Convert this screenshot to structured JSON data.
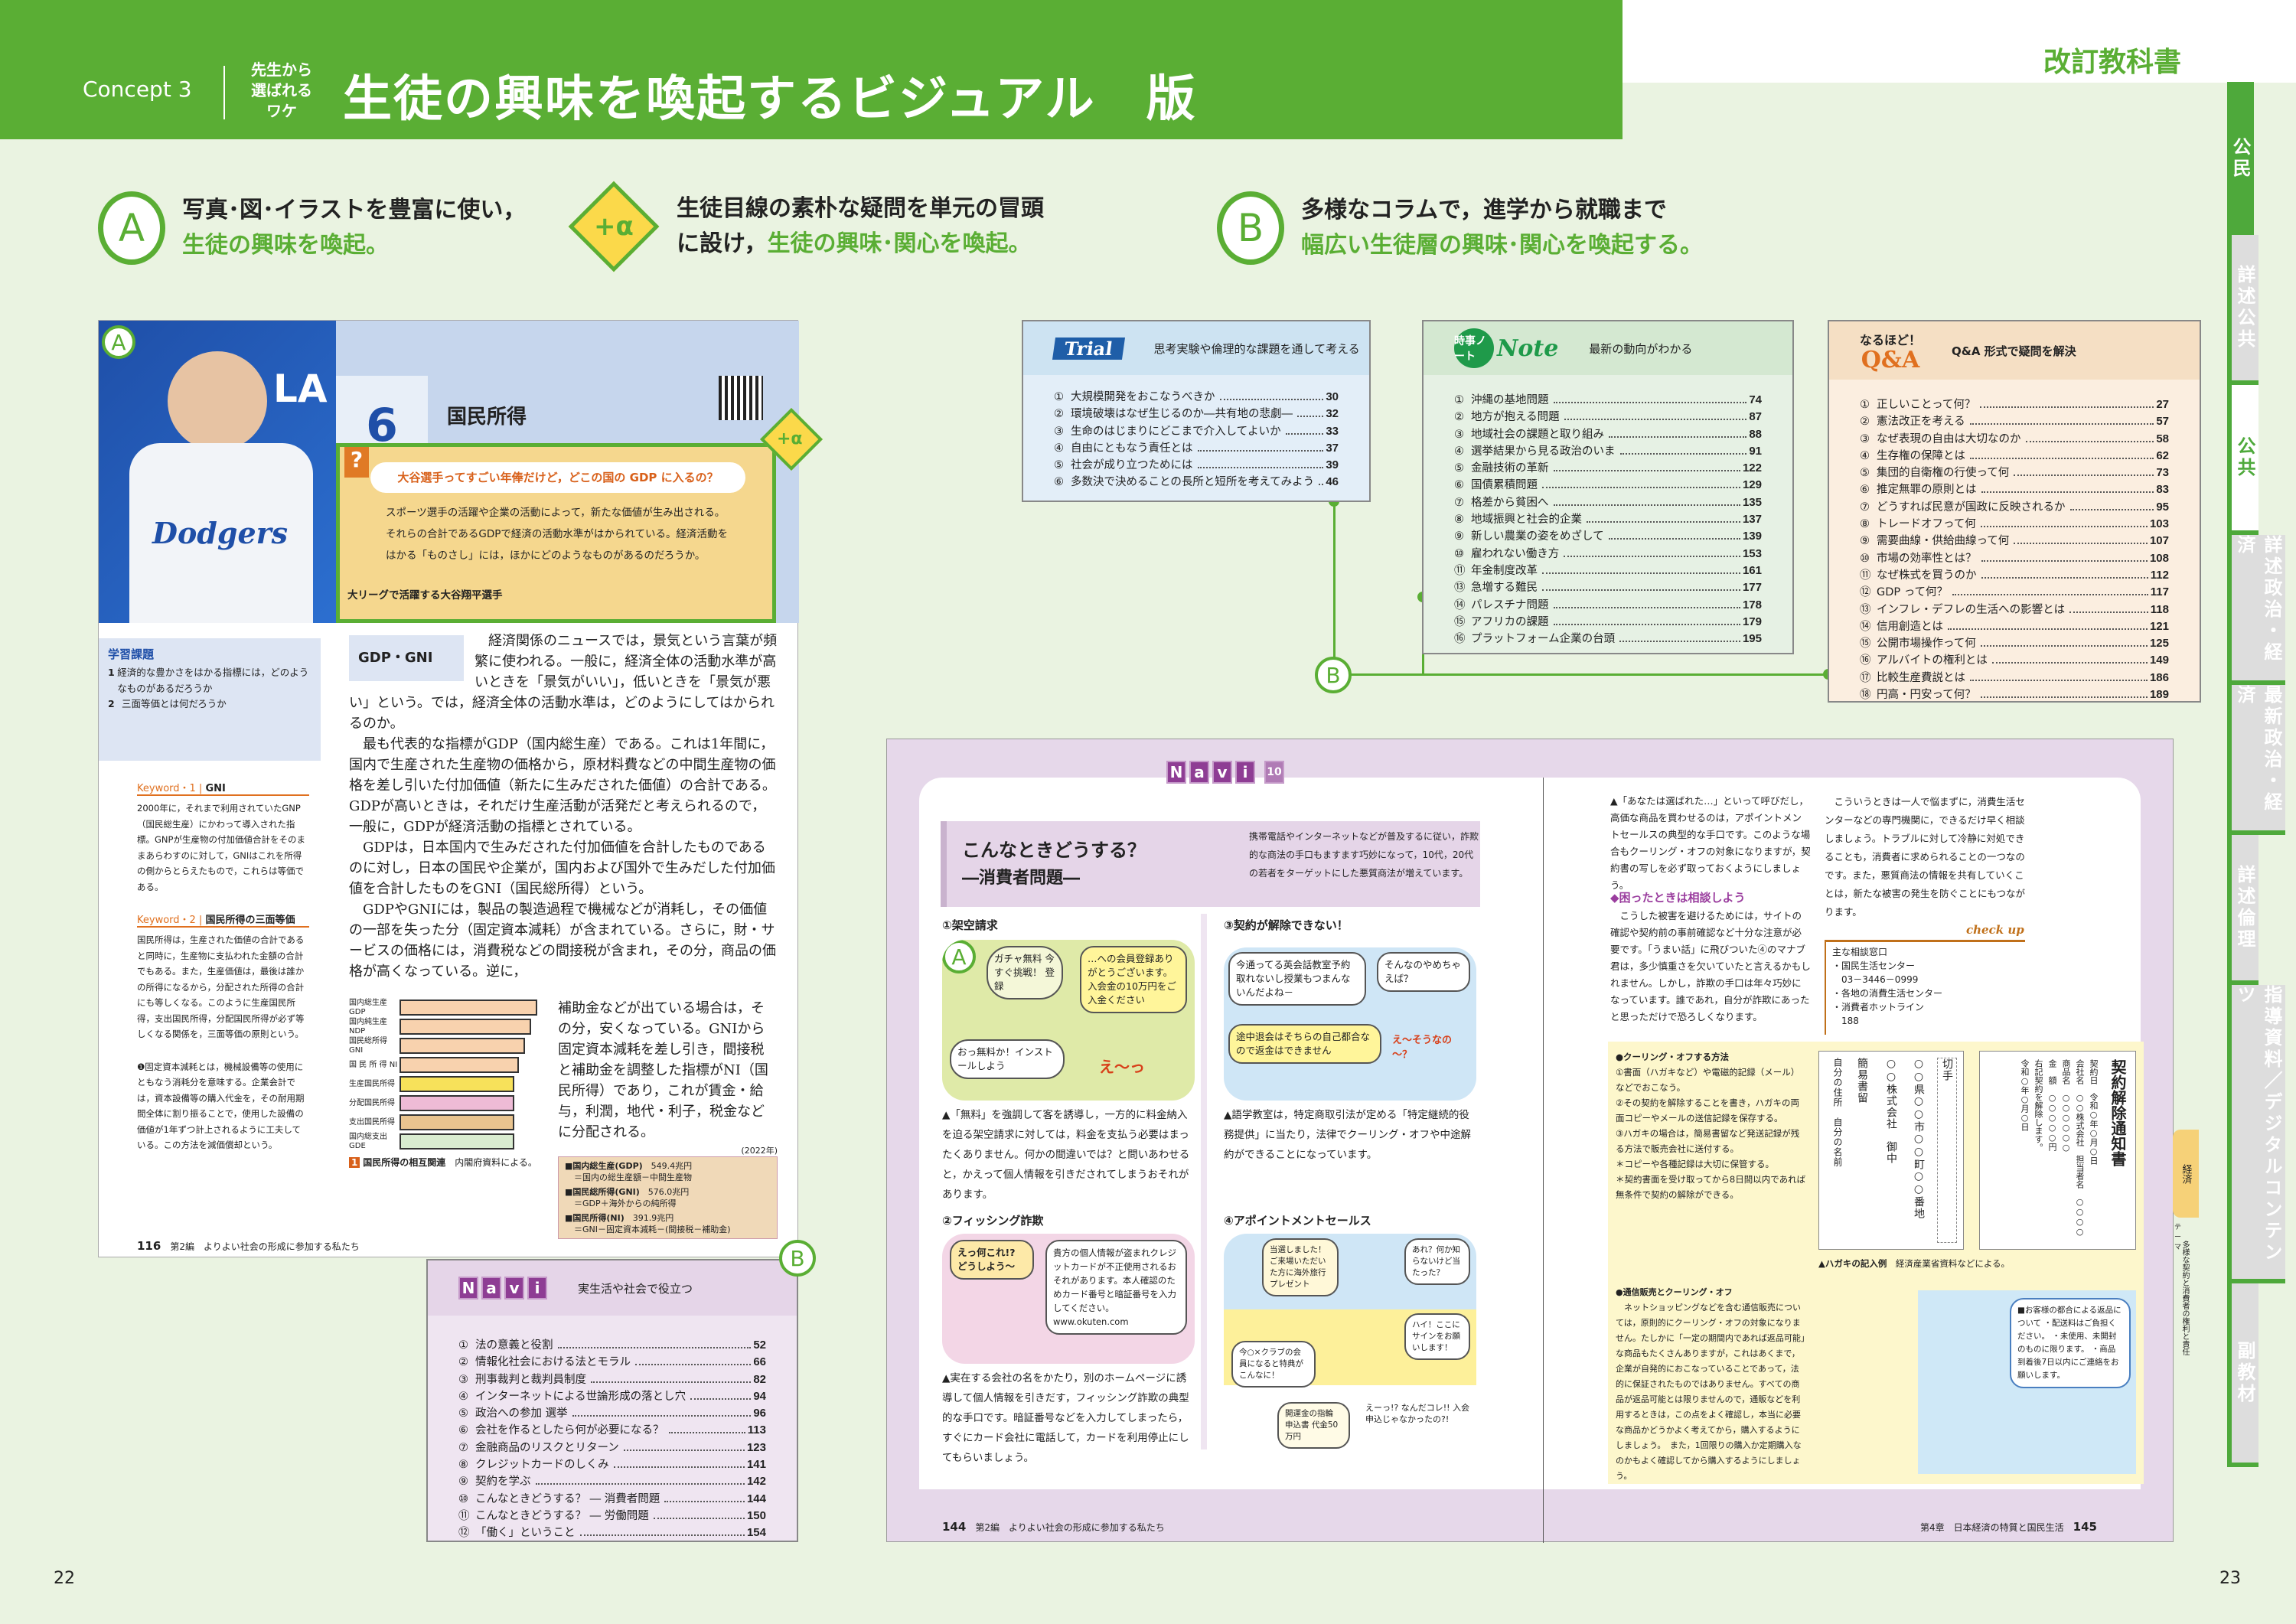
{
  "header": {
    "concept": "Concept 3",
    "why": [
      "先生から",
      "選ばれる",
      "ワケ"
    ],
    "title": "生徒の興味を喚起するビジュアル　版",
    "brand": "改訂教科書"
  },
  "features": [
    {
      "badge": "A",
      "line1": "写真･図･イラストを豊富に使い，",
      "line2": "生徒の興味を喚起。"
    },
    {
      "badge": "+α",
      "line1": "生徒目線の素朴な疑問を単元の冒頭",
      "line2a": "に設け，",
      "line2": "生徒の興味･関心を喚起。"
    },
    {
      "badge": "B",
      "line1": "多様なコラムで，進学から就職まで",
      "line2": "幅広い生徒層の興味･関心を喚起する。"
    }
  ],
  "side_tabs": [
    "公民",
    "詳述公共",
    "公共",
    "詳述政治・経済",
    "最新政治・経済",
    "詳述倫理",
    "指導資料／デジタルコンテンツ",
    "副教材"
  ],
  "trial": {
    "logo": "Trial",
    "subtitle": "思考実験や倫理的な課題を通して考える",
    "items": [
      {
        "n": "①",
        "label": "大規模開発をおこなうべきか",
        "page": "30"
      },
      {
        "n": "②",
        "label": "環境破壊はなぜ生じるのか―共有地の悲劇―",
        "page": "32"
      },
      {
        "n": "③",
        "label": "生命のはじまりにどこまで介入してよいか",
        "page": "33"
      },
      {
        "n": "④",
        "label": "自由にともなう責任とは",
        "page": "37"
      },
      {
        "n": "⑤",
        "label": "社会が成り立つためには",
        "page": "39"
      },
      {
        "n": "⑥",
        "label": "多数決で決めることの長所と短所を考えてみよう",
        "page": "46"
      }
    ]
  },
  "note": {
    "logo_jp": "時事ノート",
    "logo": "Note",
    "subtitle": "最新の動向がわかる",
    "items": [
      {
        "n": "①",
        "label": "沖縄の基地問題",
        "page": "74"
      },
      {
        "n": "②",
        "label": "地方が抱える問題",
        "page": "87"
      },
      {
        "n": "③",
        "label": "地域社会の課題と取り組み",
        "page": "88"
      },
      {
        "n": "④",
        "label": "選挙結果から見る政治のいま",
        "page": "91"
      },
      {
        "n": "⑤",
        "label": "金融技術の革新",
        "page": "122"
      },
      {
        "n": "⑥",
        "label": "国債累積問題",
        "page": "129"
      },
      {
        "n": "⑦",
        "label": "格差から貧困へ",
        "page": "135"
      },
      {
        "n": "⑧",
        "label": "地域振興と社会的企業",
        "page": "137"
      },
      {
        "n": "⑨",
        "label": "新しい農業の姿をめざして",
        "page": "139"
      },
      {
        "n": "⑩",
        "label": "雇われない働き方",
        "page": "153"
      },
      {
        "n": "⑪",
        "label": "年金制度改革",
        "page": "161"
      },
      {
        "n": "⑬",
        "label": "急増する難民",
        "page": "177"
      },
      {
        "n": "⑭",
        "label": "パレスチナ問題",
        "page": "178"
      },
      {
        "n": "⑮",
        "label": "アフリカの課題",
        "page": "179"
      },
      {
        "n": "⑯",
        "label": "プラットフォーム企業の台頭",
        "page": "195"
      }
    ]
  },
  "qa": {
    "logo_top": "なるほど！",
    "logo": "Q&A",
    "subtitle": "Q&A 形式で疑問を解決",
    "items": [
      {
        "n": "①",
        "label": "正しいことって何？",
        "page": "27"
      },
      {
        "n": "②",
        "label": "憲法改正を考える",
        "page": "57"
      },
      {
        "n": "③",
        "label": "なぜ表現の自由は大切なのか",
        "page": "58"
      },
      {
        "n": "④",
        "label": "生存権の保障とは",
        "page": "62"
      },
      {
        "n": "⑤",
        "label": "集団的自衛権の行使って何",
        "page": "73"
      },
      {
        "n": "⑥",
        "label": "推定無罪の原則とは",
        "page": "83"
      },
      {
        "n": "⑦",
        "label": "どうすれば民意が国政に反映されるか",
        "page": "95"
      },
      {
        "n": "⑧",
        "label": "トレードオフって何",
        "page": "103"
      },
      {
        "n": "⑨",
        "label": "需要曲線・供給曲線って何",
        "page": "107"
      },
      {
        "n": "⑩",
        "label": "市場の効率性とは？",
        "page": "108"
      },
      {
        "n": "⑪",
        "label": "なぜ株式を買うのか",
        "page": "112"
      },
      {
        "n": "⑫",
        "label": "GDP って何？",
        "page": "117"
      },
      {
        "n": "⑬",
        "label": "インフレ・デフレの生活への影響とは",
        "page": "118"
      },
      {
        "n": "⑭",
        "label": "信用創造とは",
        "page": "121"
      },
      {
        "n": "⑮",
        "label": "公開市場操作って何",
        "page": "125"
      },
      {
        "n": "⑯",
        "label": "アルバイトの権利とは",
        "page": "149"
      },
      {
        "n": "⑰",
        "label": "比較生産費説とは",
        "page": "186"
      },
      {
        "n": "⑱",
        "label": "円高・円安って何？",
        "page": "189"
      }
    ]
  },
  "navi_box": {
    "logo": [
      "N",
      "a",
      "v",
      "i"
    ],
    "subtitle": "実生活や社会で役立つ",
    "items": [
      {
        "n": "①",
        "label": "法の意義と役割",
        "page": "52"
      },
      {
        "n": "②",
        "label": "情報化社会における法とモラル",
        "page": "66"
      },
      {
        "n": "③",
        "label": "刑事裁判と裁判員制度",
        "page": "82"
      },
      {
        "n": "④",
        "label": "インターネットによる世論形成の落とし穴",
        "page": "94"
      },
      {
        "n": "⑤",
        "label": "政治への参加 選挙",
        "page": "96"
      },
      {
        "n": "⑥",
        "label": "会社を作るとしたら何が必要になる？",
        "page": "113"
      },
      {
        "n": "⑦",
        "label": "金融商品のリスクとリターン",
        "page": "123"
      },
      {
        "n": "⑧",
        "label": "クレジットカードのしくみ",
        "page": "141"
      },
      {
        "n": "⑨",
        "label": "契約を学ぶ",
        "page": "142"
      },
      {
        "n": "⑩",
        "label": "こんなときどうする？ ― 消費者問題",
        "page": "144"
      },
      {
        "n": "⑪",
        "label": "こんなときどうする？ ― 労働問題",
        "page": "150"
      },
      {
        "n": "⑫",
        "label": "「働く」ということ",
        "page": "154"
      }
    ]
  },
  "connectors": {
    "b_label": "B"
  },
  "left_page": {
    "badge_a": "A",
    "photo_text": "Dodgers",
    "photo_logo": "LA",
    "lesson_no": "6",
    "lesson_title": "国民所得",
    "alpha": "+α",
    "question_mark": "?",
    "question": "大谷選手ってすごい年俸だけど，どこの国の GDP に入るの？",
    "question_body": "スポーツ選手の活躍や企業の活動によって，新たな価値が生み出される。それらの合計であるGDPで経済の活動水準がはかられている。経済活動をはかる「ものさし」には，ほかにどのようなものがあるのだろうか。",
    "photo_caption": "大リーグで活躍する大谷翔平選手",
    "tasks_title": "学習課題",
    "tasks": [
      {
        "n": "1",
        "t": "経済的な豊かさをはかる指標には，どのようなものがあるだろうか"
      },
      {
        "n": "2",
        "t": "三面等価とは何だろうか"
      }
    ],
    "section": "GDP・GNI",
    "paras": [
      "経済関係のニュースでは，景気という言葉が頻繁に使われる。一般に，経済全体の活動水準が高いときを「景気がいい」，低いときを「景気が悪い」という。では，経済全体の活動水準は，どのようにしてはかられるのか。",
      "最も代表的な指標がGDP（国内総生産）である。これは1年間に，国内で生産された生産物の価格から，原材料費などの中間生産物の価格を差し引いた付加価値（新たに生みだされた価値）の合計である。GDPが高いときは，それだけ生産活動が活発だと考えられるので，一般に，GDPが経済活動の指標とされている。",
      "GDPは，日本国内で生みだされた付加価値を合計したものであるのに対し，日本の国民や企業が，国内および国外で生みだした付加価値を合計したものをGNI（国民総所得）という。",
      "GDPやGNIには，製品の製造過程で機械などが消耗し，その価値の一部を失った分（固定資本減耗）が含まれている。さらに，財・サービスの価格には，消費税などの間接税が含まれ，その分，商品の価格が高くなっている。逆に，"
    ],
    "side_para": "補助金などが出ている場合は，その分，安くなっている。GNIから固定資本減耗を差し引き，間接税と補助金を調整した指標がNI（国民所得）であり，これが賃金・給与，利潤，地代・利子，税金などに分配される。",
    "keywords": [
      {
        "title": "Keyword・1",
        "term": "GNI",
        "text": "2000年に，それまで利用されていたGNP（国民総生産）にかわって導入された指標。GNPが生産物の付加価値合計をそのままあらわすのに対して，GNIはこれを所得の側からとらえたもので，これらは等価である。"
      },
      {
        "title": "Keyword・2",
        "term": "国民所得の三面等価",
        "text": "国民所得は，生産された価値の合計であると同時に，生産物に支払われた金額の合計でもある。また，生産価値は，最後は誰かの所得になるから，分配された所得の合計にも等しくなる。このように生産国民所得，支出国民所得，分配国民所得が必ず等しくなる関係を，三面等価の原則という。"
      }
    ],
    "footnote": "❶固定資本減耗とは，機械設備等の使用にともなう消耗分を意味する。企業会計では，資本設備等の購入代金を，その耐用期間全体に割り振ることで，使用した設備の価値が1年ずつ計上されるように工夫している。この方法を減価償却という。",
    "diagram_rows": [
      "国内総生産 GDP",
      "国内純生産 NDP",
      "国民総所得 GNI",
      "国 民 所 得 NI",
      "生産国民所得",
      "分配国民所得",
      "支出国民所得",
      "国内総支出 GDE"
    ],
    "diagram_caption": "国民所得の相互関連",
    "diagram_source": "内閣府資料による。",
    "diagram_no": "1",
    "stats_year": "(2022年)",
    "stats": [
      {
        "k": "■国内総生産(GDP)",
        "v": "549.4兆円",
        "d": "＝国内の総生産額－中間生産物"
      },
      {
        "k": "■国民総所得(GNI)",
        "v": "576.0兆円",
        "d": "＝GDP＋海外からの純所得"
      },
      {
        "k": "■国民所得(NI)",
        "v": "391.9兆円",
        "d": "＝GNI－固定資本減耗－(間接税－補助金)"
      }
    ],
    "page_no": "116",
    "part": "第2編　よりよい社会の形成に参加する私たち"
  },
  "spread": {
    "navi_no": "10",
    "title": "こんなときどうする？",
    "subtitle": "―消費者問題―",
    "lead": "携帯電話やインターネットなどが普及するに従い，詐欺的な商法の手口もますます巧妙になって，10代，20代の若者をターゲットにした悪質商法が増えています。",
    "p1": {
      "title": "①架空請求",
      "bubbles": [
        "ガチャ無料 今すぐ挑戦！ 登録",
        "…への会員登録ありがとうございます。入会金の10万円をご入金ください",
        "おっ無料か！インストールしよう",
        "え～っ"
      ],
      "caption": "▲「無料」を強調して客を誘導し，一方的に料金納入を迫る架空請求に対しては，料金を支払う必要はまったくありません。何かの間違いでは？と問いあわせると，かえって個人情報を引きだされてしまうおそれがあります。"
    },
    "p3": {
      "title": "③契約が解除できない！",
      "bubbles": [
        "今通ってる英会話教室予約取れないし授業もつまんないんだよね－",
        "そんなのやめちゃえば？",
        "途中退会はそちらの自己都合なので返金はできません",
        "え～そうなの～？"
      ],
      "caption": "▲語学教室は，特定商取引法が定める「特定継続的役務提供」に当たり，法律でクーリング・オフや中途解約ができることになっています。"
    },
    "p2": {
      "title": "②フィッシング詐欺",
      "bubbles": [
        "えっ何これ!? どうしよう～",
        "貴方の個人情報が盗まれクレジットカードが不正使用されるおそれがあります。本人確認のためカード番号と暗証番号を入力してください。 www.okuten.com"
      ],
      "caption": "▲実在する会社の名をかたり，別のホームページに誘導して個人情報を引きだす，フィッシング詐欺の典型的な手口です。暗証番号などを入力してしまったら，すぐにカード会社に電話して，カードを利用停止にしてもらいましょう。"
    },
    "p4": {
      "title": "④アポイントメントセールス",
      "bubbles": [
        "当選しました！ご来場いただいた方に海外旅行プレゼント",
        "あれ？何か知らないけど当たった？",
        "今○×クラブの会員になると特典がこんなに！",
        "ハイ！ここにサインをお願いします！",
        "開運金の指輪 申込書 代金50万円",
        "えーっ!? なんだコレ!! 入会申込じゃなかったの?!"
      ]
    },
    "r1": "▲「あなたは選ばれた…」といって呼びだし，高価な商品を買わせるのは，アポイントメントセールスの典型的な手口です。このような場合もクーリング・オフの対象になりますが，契約書の写しを必ず取っておくようにしましょう。",
    "r_heading": "◆困ったときは相談しよう",
    "r2": "こうした被害を避けるためには，サイトの確認や契約前の事前確認など十分な注意が必要です。「うまい話」に飛びついた④のマナブ君は，多少慎重さを欠いていたと言えるかもしれません。しかし，詐欺の手口は年々巧妙になっています。誰であれ，自分が詐欺にあったと思っただけで恐ろしくなります。",
    "r3": "こういうときは一人で悩まずに，消費生活センターなどの専門機関に，できるだけ早く相談しましょう。トラブルに対して冷静に対処できることも，消費者に求められることの一つなのです。また，悪質商法の情報を共有していくことは，新たな被害の発生を防ぐことにもつながります。",
    "checkup": {
      "label": "check up",
      "title": "主な相談窓口",
      "lines": [
        "・国民生活センター",
        "　03－3446－0999",
        "・各地の消費生活センター",
        "・消費者ホットライン",
        "　188"
      ]
    },
    "cooling": {
      "title": "●クーリング・オフする方法",
      "lines": [
        "①書面（ハガキなど）や電磁的記録（メール）などでおこなう。",
        "②その契約を解除することを書き，ハガキの両面コピーやメールの送信記録を保存する。",
        "③ハガキの場合は，簡易書留など発送記録が残る方法で販売会社に送付する。",
        "＊コピーや各種記録は大切に保管する。",
        "＊契約書面を受け取ってから8日間以内であれば無条件で契約の解除ができる。"
      ]
    },
    "postcard_front": {
      "stamp": "切手",
      "addr": "○○県○○市○○町○○番地",
      "to": "○○株式会社　御中",
      "reg": "簡易書留",
      "from": "自分の住所　自分の名前"
    },
    "postcard_back": {
      "title": "契約解除通知書",
      "lines": [
        "契約日　令和○年○月○日",
        "会社名　○○株式会社　担当者名　○○○○",
        "商品名　○○○○○○",
        "金　額　○○○○○円",
        "右記契約を解除します。",
        "令和○年○月○日"
      ]
    },
    "postcard_caption": "▲ハガキの記入例",
    "postcard_source": "経済産業省資料などによる。",
    "mail": {
      "title": "●通信販売とクーリング・オフ",
      "text": "ネットショッピングなどを含む通信販売については，原則的にクーリング・オフの対象になりません。たしかに「一定の期間内であれば返品可能」な商品もたくさんありますが，これはあくまで，企業が自発的におこなっていることであって，法的に保証されたものではありません。すべての商品が返品可能とは限りませんので，通販などを利用するときは，この点をよく確認し，本当に必要な商品かどうかよく考えてから，購入するようにしましょう。　また，1回限りの購入か定期購入なのかもよく確認してから購入するようにしましょう。",
      "bubble": "■お客様の都合による返品について ・配送料はご負担ください。 ・未使用、未開封のものに限ります。 ・商品到着後7日以内にご連絡をお願いします。"
    },
    "side_tab": "経済",
    "theme_label": "テーマ",
    "theme": "多様な契約と消費者の権利と責任",
    "left_page_no": "144",
    "left_part": "第2編　よりよい社会の形成に参加する私たち",
    "right_chapter": "第4章　日本経済の特質と国民生活",
    "right_page_no": "145"
  },
  "page_numbers": {
    "left": "22",
    "right": "23"
  }
}
